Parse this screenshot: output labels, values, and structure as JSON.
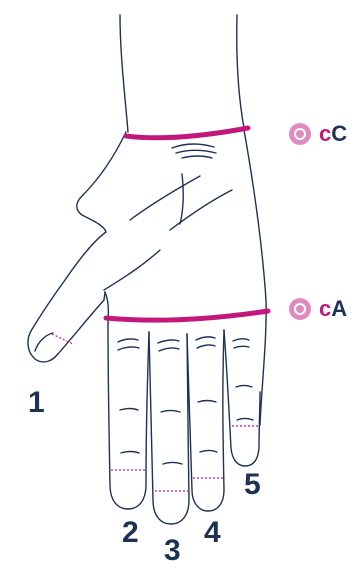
{
  "colors": {
    "outline": "#1d3254",
    "band": "#c2187d",
    "marker": "#c2187d",
    "bullet": "#e08bc0"
  },
  "callouts": {
    "upper": {
      "icon": "circle-bullet-icon",
      "prefix": "c",
      "text": "C"
    },
    "lower": {
      "icon": "circle-bullet-icon",
      "prefix": "c",
      "text": "A"
    }
  },
  "fingers": {
    "thumb": "1",
    "index": "2",
    "middle": "3",
    "ring": "4",
    "little": "5"
  }
}
